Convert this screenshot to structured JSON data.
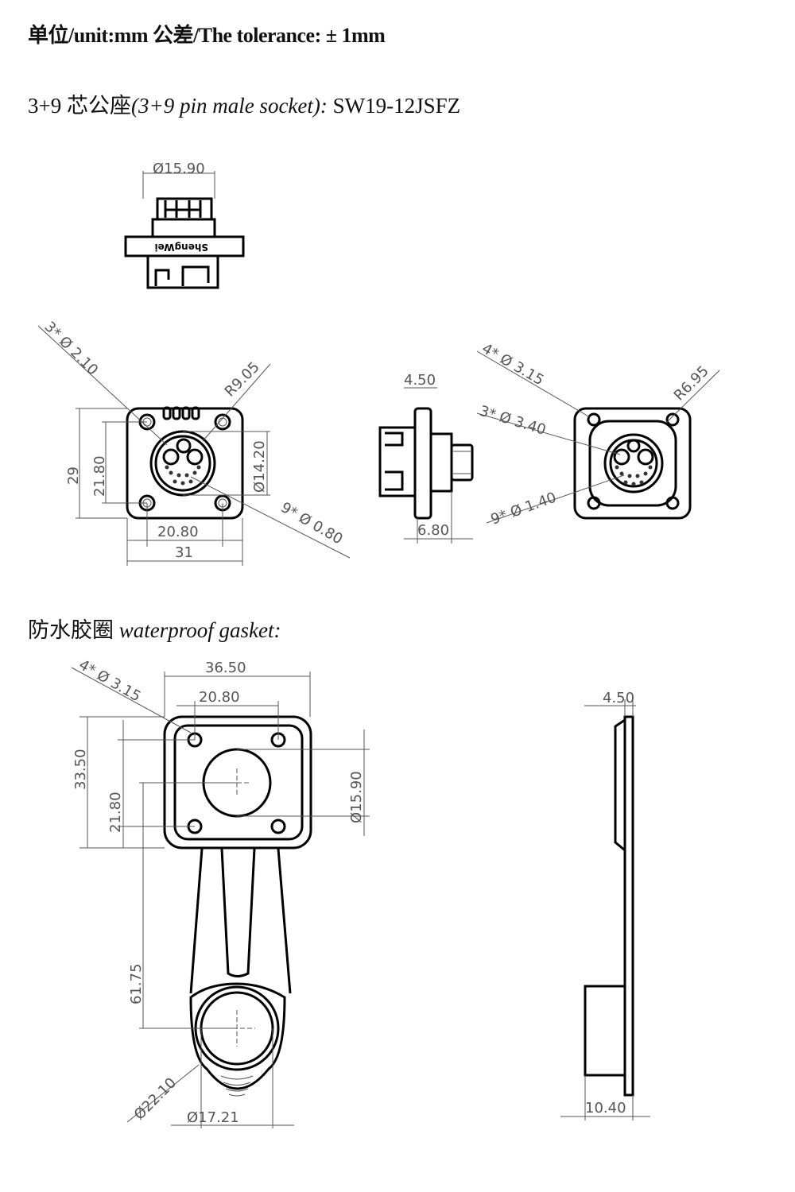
{
  "header": {
    "text": "单位/unit:mm  公差/The tolerance: ± 1mm"
  },
  "model": {
    "cn": "3+9 芯公座",
    "en": "(3+9 pin male socket):",
    "code": " SW19-12JSFZ"
  },
  "gasket": {
    "cn": "防水胶圈 ",
    "en": "waterproof gasket:"
  },
  "top_view": {
    "dia": "Ø15.90",
    "brand": "ShengWei"
  },
  "front_view": {
    "holes3": "3* Ø 2.10",
    "r": "R9.05",
    "h29": "29",
    "h2180": "21.80",
    "d1420": "Ø14.20",
    "pins9": "9* Ø 0.80",
    "w2080": "20.80",
    "w31": "31"
  },
  "side_view": {
    "t450": "4.50",
    "t680": "6.80"
  },
  "rear_view": {
    "holes4": "4* Ø 3.15",
    "r": "R6.95",
    "holes3": "3* Ø 3.40",
    "pins9": "9* Ø 1.40"
  },
  "gasket_front": {
    "holes4": "4* Ø 3.15",
    "w3650": "36.50",
    "w2080": "20.80",
    "h3350": "33.50",
    "h2180": "21.80",
    "d1590": "Ø15.90",
    "h6175": "61.75",
    "d2210": "Ø22.10",
    "d1721": "Ø17.21"
  },
  "gasket_side": {
    "t450": "4.50",
    "t1040": "10.40"
  }
}
